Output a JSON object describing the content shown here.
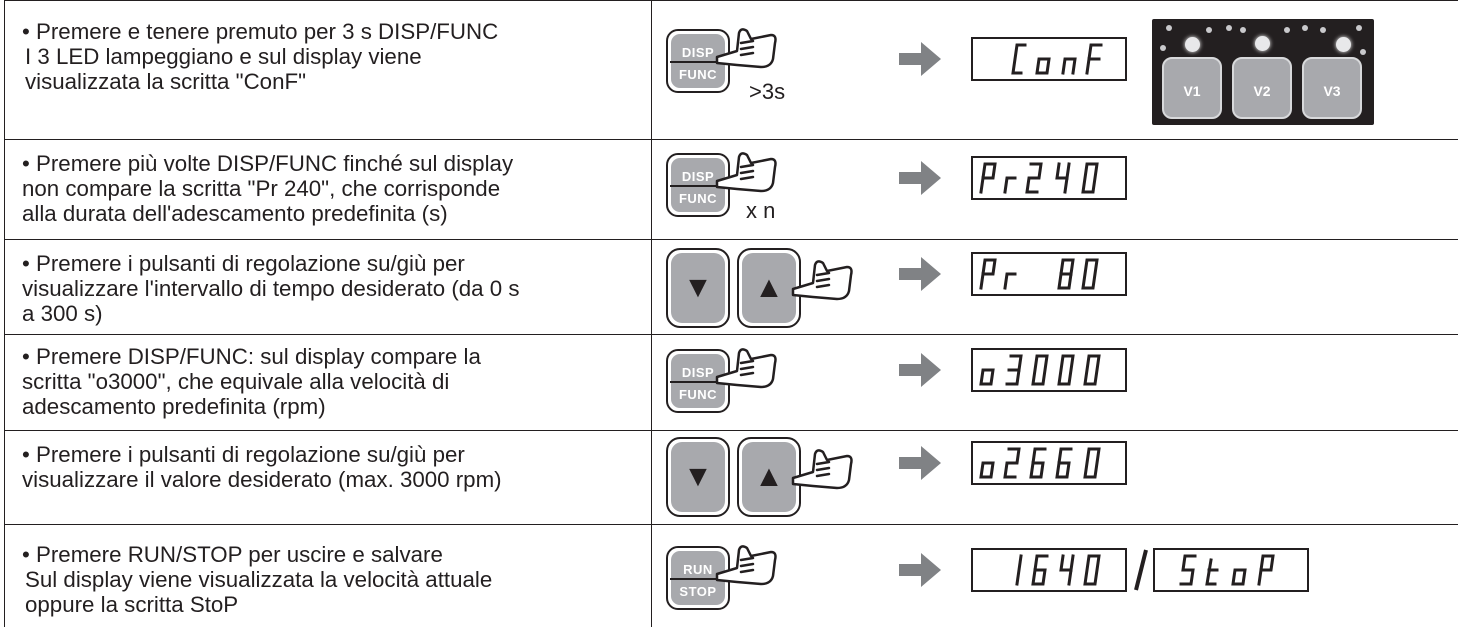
{
  "steps": [
    {
      "lines": [
        "• Premere e tenere premuto per 3 s DISP/FUNC",
        "I 3 LED lampeggiano e sul display viene",
        "visualizzata la scritta \"ConF\""
      ],
      "button": "DISP/FUNC",
      "press_note": ">3s",
      "display": "ConF"
    },
    {
      "lines": [
        "• Premere più volte DISP/FUNC finché sul display",
        "non compare la scritta \"Pr 240\", che corrisponde",
        "alla durata dell'adescamento predefinita (s)"
      ],
      "button": "DISP/FUNC",
      "press_note": "x n",
      "display": "Pr240"
    },
    {
      "lines": [
        "• Premere i pulsanti di regolazione su/giù per",
        "visualizzare l'intervallo di tempo desiderato (da 0 s",
        "a 300 s)"
      ],
      "button": "up/down",
      "display": "Pr 80"
    },
    {
      "lines": [
        "• Premere DISP/FUNC: sul display compare la",
        "scritta \"o3000\", che equivale alla velocità di",
        "adescamento predefinita (rpm)"
      ],
      "button": "DISP/FUNC",
      "display": "o3000"
    },
    {
      "lines": [
        "• Premere i pulsanti di regolazione su/giù per",
        "visualizzare il valore desiderato (max. 3000 rpm)"
      ],
      "button": "up/down",
      "display": "o2660"
    },
    {
      "lines": [
        "• Premere RUN/STOP per uscire e salvare",
        "Sul display viene visualizzata la velocità attuale",
        "oppure la scritta StoP"
      ],
      "button": "RUN/STOP",
      "display": "1640",
      "separator": "/",
      "display_alt": "StoP"
    }
  ],
  "buttons": {
    "disp_line1": "DISP",
    "disp_line2": "FUNC",
    "run_line1": "RUN",
    "run_line2": "STOP",
    "up_symbol": "▲",
    "down_symbol": "▼"
  },
  "panel": {
    "buttons": [
      "V1",
      "V2",
      "V3"
    ]
  },
  "colors": {
    "button_gray": "#a8a9ad",
    "arrow_gray": "#808285",
    "ink": "#231f20"
  }
}
